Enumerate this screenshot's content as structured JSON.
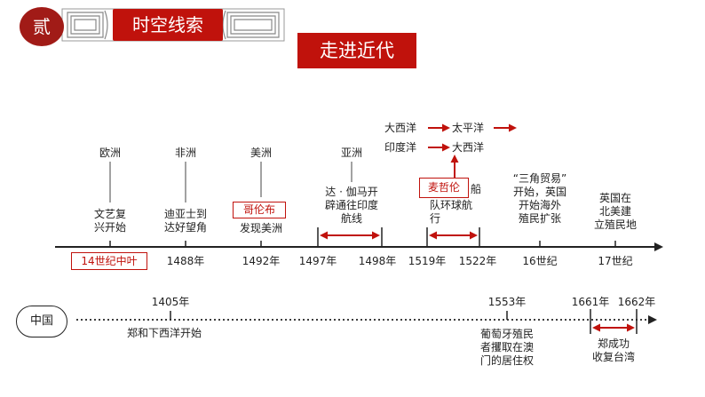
{
  "header": {
    "seal_char": "贰",
    "section_title": "时空线索",
    "era_title": "走进近代"
  },
  "colors": {
    "accent_red": "#c0120c",
    "seal_red": "#a11b17",
    "text": "#222222"
  },
  "world_timeline": {
    "ticks": [
      "14世纪中叶",
      "1488年",
      "1492年",
      "1497年",
      "1498年",
      "1519年",
      "1522年",
      "16世纪",
      "17世纪"
    ],
    "continents": [
      "欧洲",
      "非洲",
      "美洲",
      "亚洲"
    ],
    "events": {
      "renaissance": [
        "文艺复",
        "兴开始"
      ],
      "dias": [
        "迪亚士到",
        "达好望角"
      ],
      "columbus_name": "哥伦布",
      "columbus": "发现美洲",
      "gama": [
        "达 · 伽马开",
        "辟通往印度",
        "航线"
      ],
      "magellan_name": "麦哲伦",
      "magellan": [
        "船",
        "队环球航",
        "行"
      ],
      "triangle_trade": [
        "“三角贸易”",
        "开始，英国",
        "开始海外",
        "殖民扩张"
      ],
      "british_america": [
        "英国在",
        "北美建",
        "立殖民地"
      ]
    },
    "magellan_routes": {
      "route1_from": "大西洋",
      "route1_to": "太平洋",
      "route2_from": "印度洋",
      "route2_to": "大西洋"
    }
  },
  "china_timeline": {
    "label": "中国",
    "ticks": [
      "1405年",
      "1553年",
      "1661年",
      "1662年"
    ],
    "events": {
      "zheng_he": "郑和下西洋开始",
      "portugal_macau": [
        "葡萄牙殖民",
        "者攫取在澳",
        "门的居住权"
      ],
      "zheng_chenggong": [
        "郑成功",
        "收复台湾"
      ]
    }
  }
}
